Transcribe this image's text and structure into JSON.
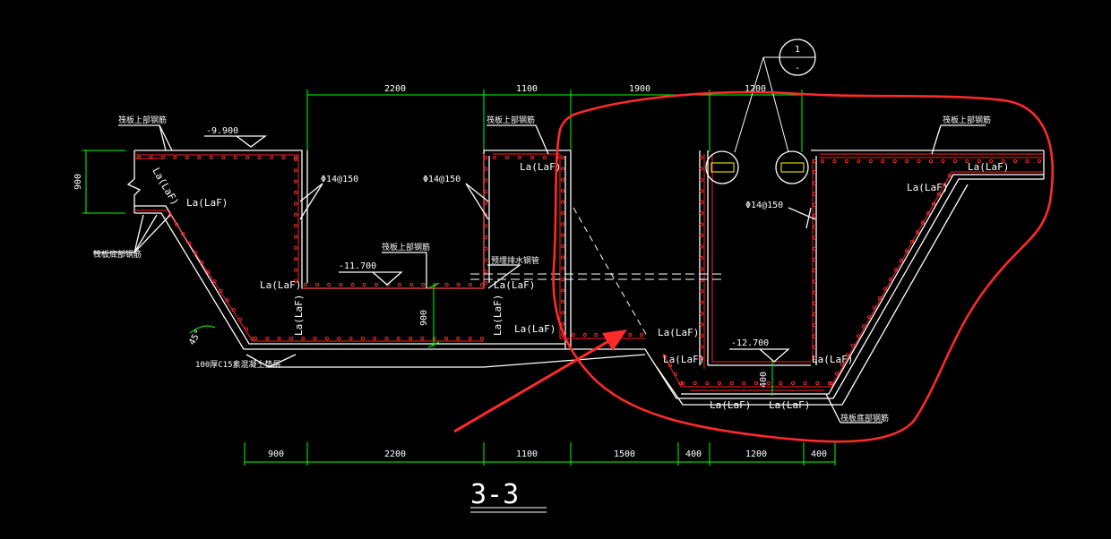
{
  "section_title": "3-3",
  "top_dimensions": [
    "2200",
    "1100",
    "1900",
    "1200"
  ],
  "bottom_dimensions": [
    "900",
    "2200",
    "1100",
    "1500",
    "400",
    "1200",
    "400"
  ],
  "left_dimension": "900",
  "inner_dimension": "900",
  "pit_dimension": "400",
  "elevations": {
    "top": "-9.900",
    "middle": "-11.700",
    "bottom": "-12.700"
  },
  "rebar_spec_1": "Φ14@150",
  "rebar_spec_2": "Φ14@150",
  "rebar_spec_3": "Φ14@150",
  "anchor_label": "La(LaF)",
  "angle_label": "45°",
  "labels": {
    "raft_top_rebar_left": "筏板上部钢筋",
    "raft_top_rebar_mid": "筏板上部钢筋",
    "raft_top_rebar_right": "筏板上部钢筋",
    "raft_top_rebar_inner": "筏板上部钢筋",
    "raft_bottom_rebar_left": "筏板底部钢筋",
    "raft_bottom_rebar_right": "筏板底部钢筋",
    "pre_embedded": "预埋排水钢管",
    "cushion": "100厚C15素混凝土垫层"
  },
  "section_mark": {
    "number": "1",
    "sub": "-"
  },
  "colors": {
    "background": "#000000",
    "concrete": "#ffffff",
    "dimension": "#00ff00",
    "rebar": "#ff2020",
    "annotation": "#ff2a2a"
  }
}
